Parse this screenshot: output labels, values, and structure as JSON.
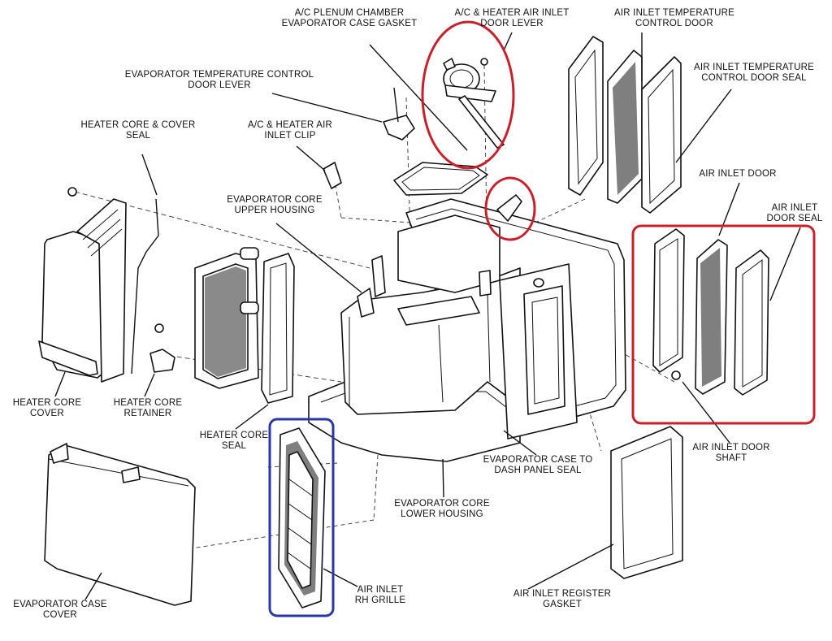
{
  "colors": {
    "highlight_red": "#c8202b",
    "highlight_blue": "#2b36a8",
    "ink": "#111111"
  },
  "labels": {
    "plenum_gasket": [
      "A/C PLENUM CHAMBER",
      "EVAPORATOR CASE GASKET"
    ],
    "inlet_door_lever": [
      "A/C & HEATER AIR INLET",
      "DOOR LEVER"
    ],
    "temp_control_door": [
      "AIR INLET TEMPERATURE",
      "CONTROL DOOR"
    ],
    "temp_control_door_seal": [
      "AIR INLET TEMPERATURE",
      "CONTROL DOOR SEAL"
    ],
    "evap_temp_door_lever": [
      "EVAPORATOR TEMPERATURE CONTROL",
      "DOOR LEVER"
    ],
    "heater_core_cover_seal": [
      "HEATER CORE & COVER",
      "SEAL"
    ],
    "inlet_clip": [
      "A/C & HEATER AIR",
      "INLET CLIP"
    ],
    "evap_upper_housing": [
      "EVAPORATOR CORE",
      "UPPER HOUSING"
    ],
    "air_inlet_door": [
      "AIR INLET DOOR"
    ],
    "air_inlet_door_seal": [
      "AIR INLET",
      "DOOR SEAL"
    ],
    "heater_core_cover": [
      "HEATER CORE",
      "COVER"
    ],
    "heater_core_retainer": [
      "HEATER CORE",
      "RETAINER"
    ],
    "heater_core_seal": [
      "HEATER CORE",
      "SEAL"
    ],
    "air_inlet_door_shaft": [
      "AIR INLET DOOR",
      "SHAFT"
    ],
    "dash_panel_seal": [
      "EVAPORATOR CASE TO",
      "DASH PANEL SEAL"
    ],
    "evap_lower_housing": [
      "EVAPORATOR CORE",
      "LOWER HOUSING"
    ],
    "evap_case_cover": [
      "EVAPORATOR CASE",
      "COVER"
    ],
    "rh_grille": [
      "AIR INLET",
      "RH GRILLE"
    ],
    "register_gasket": [
      "AIR INLET REGISTER",
      "GASKET"
    ]
  }
}
